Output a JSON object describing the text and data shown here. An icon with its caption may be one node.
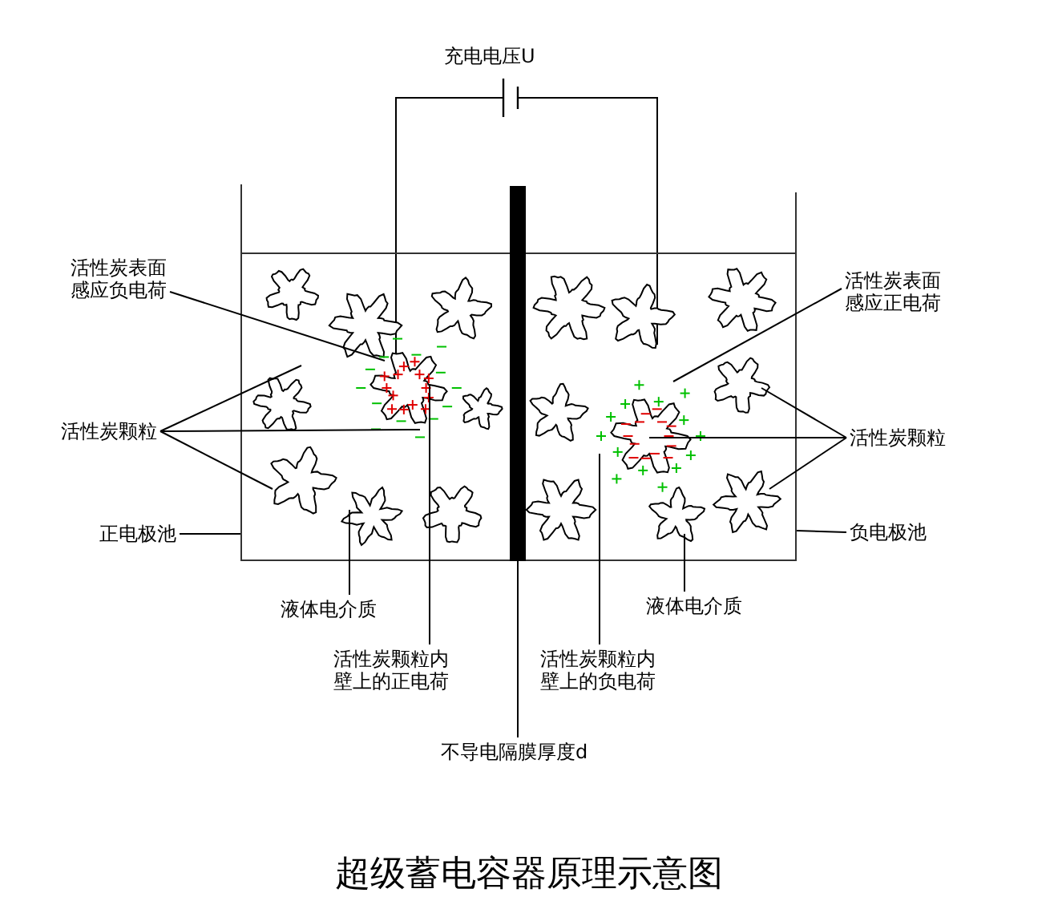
{
  "diagram": {
    "title": "超级蓄电容器原理示意图",
    "nodes": [
      {
        "text": [],
        "shape": "box"
      },
      {
        "text": [],
        "shape": "bar"
      },
      {
        "text": [],
        "shape": "box"
      },
      {
        "text": [
          "活性炭表面感应负电荷"
        ]
      },
      {
        "text": [
          "活性炭表面感应正电荷"
        ]
      },
      {
        "text": [
          "活性炭颗粒"
        ]
      },
      {
        "text": [
          "活性炭颗粒"
        ]
      },
      {
        "text": [
          "正电极池"
        ]
      },
      {
        "text": [
          "负电极池"
        ]
      },
      {
        "text": [
          "液体电介质"
        ]
      },
      {
        "text": [
          "液体电介质"
        ]
      },
      {
        "text": [
          "活性炭颗粒内壁上的正电荷"
        ]
      },
      {
        "text": [
          "活性炭颗粒内壁上的负电荷"
        ]
      },
      {
        "text": [
          "不导电隔膜厚度d"
        ]
      }
    ],
    "edges": [
      {
        "from": 3,
        "to": 0,
        "arrow": "none"
      },
      {
        "from": 4,
        "to": 2,
        "arrow": "none"
      },
      {
        "from": 5,
        "to": 0,
        "arrow": "none"
      },
      {
        "from": 5,
        "to": 0,
        "arrow": "none"
      },
      {
        "from": 5,
        "to": 0,
        "arrow": "none"
      },
      {
        "from": 6,
        "to": 2,
        "arrow": "none"
      },
      {
        "from": 6,
        "to": 2,
        "arrow": "none"
      },
      {
        "from": 6,
        "to": 2,
        "arrow": "none"
      },
      {
        "from": 7,
        "to": 0,
        "arrow": "none"
      },
      {
        "from": 8,
        "to": 2,
        "arrow": "none"
      },
      {
        "from": 9,
        "to": 0,
        "arrow": "none"
      },
      {
        "from": 10,
        "to": 2,
        "arrow": "none"
      },
      {
        "from": 11,
        "to": 0,
        "arrow": "none"
      },
      {
        "from": 12,
        "to": 2,
        "arrow": "none"
      },
      {
        "from": 13,
        "to": 1,
        "arrow": "none"
      }
    ],
    "labels": [
      "充电电压U"
    ]
  }
}
